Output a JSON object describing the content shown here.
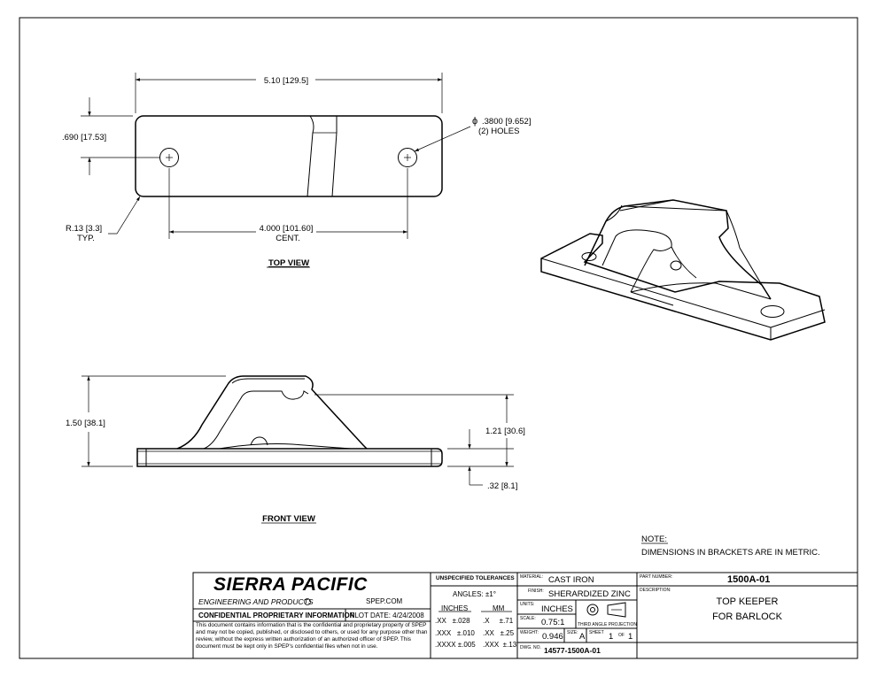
{
  "top_view": {
    "label": "TOP VIEW",
    "overall_length": "5.10 [129.5]",
    "width": ".690 [17.53]",
    "hole_dia_line1": ".3800 [9.652]",
    "hole_dia_line2": "(2) HOLES",
    "radius_line1": "R.13 [3.3]",
    "radius_line2": "TYP.",
    "center_line1": "4.000 [101.60]",
    "center_line2": "CENT."
  },
  "front_view": {
    "label": "FRONT VIEW",
    "height": "1.50 [38.1]",
    "inner_height": "1.21 [30.6]",
    "base_thickness": ".32 [8.1]"
  },
  "note": {
    "title": "NOTE:",
    "text": "DIMENSIONS IN BRACKETS ARE IN METRIC."
  },
  "title_block": {
    "company": "SIERRA PACIFIC",
    "tagline": "ENGINEERING AND PRODUCTS",
    "website": "SPEP.COM",
    "confidential_title": "CONFIDENTIAL PROPRIETARY INFORMATION",
    "plot_date": "PLOT DATE: 4/24/2008",
    "confidential_text": "This document contains information that is the confidential and proprietary property of SPEP and may not be copied, published, or disclosed to others, or used for any purpose other than review, without the express written authorization of an authorized officer of SPEP. This document must be kept only in SPEP's confidential files when not in use.",
    "tolerance_title": "UNSPECIFIED TOLERANCES",
    "angles": "ANGLES: ±1°",
    "inches_header": "INCHES",
    "mm_header": "MM",
    "tol_inches": [
      ".XX   ±.028",
      ".XXX   ±.010",
      ".XXXX ±.005"
    ],
    "tol_mm": [
      ".X     ±.71",
      ".XX   ±.25",
      ".XXX  ±.13"
    ],
    "material_label": "MATERIAL:",
    "material": "CAST IRON",
    "finish_label": "FINISH:",
    "finish": "SHERARDIZED ZINC",
    "units_label": "UNITS:",
    "units": "INCHES",
    "projection": "THIRD ANGLE PROJECTION",
    "scale_label": "SCALE:",
    "scale": "0.75:1",
    "weight_label": "WEIGHT:",
    "weight": "0.946",
    "size_label": "SIZE:",
    "size": "A",
    "sheet_label": "SHEET",
    "sheet": "1",
    "of_label": "OF",
    "sheet_total": "1",
    "dwg_label": "DWG. NO.",
    "dwg_no": "14577-1500A-01",
    "part_number_label": "PART NUMBER:",
    "part_number": "1500A-01",
    "description_label": "DESCRIPTION:",
    "description_line1": "TOP KEEPER",
    "description_line2": "FOR BARLOCK"
  }
}
